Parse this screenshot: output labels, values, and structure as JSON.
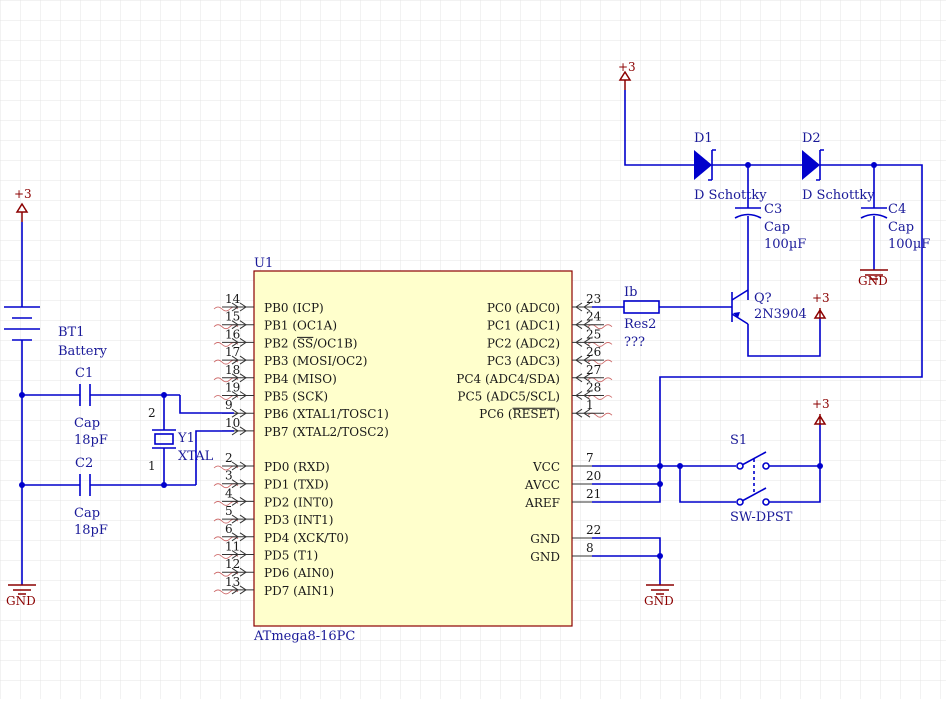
{
  "sheet": {
    "grid_color": "#e4e4e4",
    "wire_color": "#0000cc",
    "power_color": "#8b0000",
    "chip_fill": "#ffffcc",
    "chip_border": "#8b0000"
  },
  "power": {
    "vcc_label": "+3",
    "gnd_label": "GND"
  },
  "u1": {
    "designator": "U1",
    "part": "ATmega8-16PC",
    "left_pins": [
      {
        "num": "14",
        "name": "PB0 (ICP)"
      },
      {
        "num": "15",
        "name": "PB1 (OC1A)"
      },
      {
        "num": "16",
        "name": "PB2 (SS/OC1B)"
      },
      {
        "num": "17",
        "name": "PB3 (MOSI/OC2)"
      },
      {
        "num": "18",
        "name": "PB4 (MISO)"
      },
      {
        "num": "19",
        "name": "PB5 (SCK)"
      },
      {
        "num": "9",
        "name": "PB6 (XTAL1/TOSC1)"
      },
      {
        "num": "10",
        "name": "PB7 (XTAL2/TOSC2)"
      },
      {
        "num": "2",
        "name": "PD0 (RXD)"
      },
      {
        "num": "3",
        "name": "PD1 (TXD)"
      },
      {
        "num": "4",
        "name": "PD2 (INT0)"
      },
      {
        "num": "5",
        "name": "PD3 (INT1)"
      },
      {
        "num": "6",
        "name": "PD4 (XCK/T0)"
      },
      {
        "num": "11",
        "name": "PD5 (T1)"
      },
      {
        "num": "12",
        "name": "PD6 (AIN0)"
      },
      {
        "num": "13",
        "name": "PD7 (AIN1)"
      }
    ],
    "right_io_pins": [
      {
        "num": "23",
        "name": "PC0 (ADC0)"
      },
      {
        "num": "24",
        "name": "PC1 (ADC1)"
      },
      {
        "num": "25",
        "name": "PC2 (ADC2)"
      },
      {
        "num": "26",
        "name": "PC3 (ADC3)"
      },
      {
        "num": "27",
        "name": "PC4 (ADC4/SDA)"
      },
      {
        "num": "28",
        "name": "PC5 (ADC5/SCL)"
      },
      {
        "num": "1",
        "name": "PC6 (RESET)"
      }
    ],
    "right_power_pins": [
      {
        "num": "7",
        "name": "VCC"
      },
      {
        "num": "20",
        "name": "AVCC"
      },
      {
        "num": "21",
        "name": "AREF"
      },
      {
        "num": "22",
        "name": "GND"
      },
      {
        "num": "8",
        "name": "GND"
      }
    ]
  },
  "bt1": {
    "designator": "BT1",
    "value": "Battery"
  },
  "c1": {
    "designator": "C1",
    "type": "Cap",
    "value": "18pF"
  },
  "c2": {
    "designator": "C2",
    "type": "Cap",
    "value": "18pF"
  },
  "y1": {
    "designator": "Y1",
    "value": "XTAL",
    "pin_top": "2",
    "pin_bottom": "1"
  },
  "d1": {
    "designator": "D1",
    "value": "D Schottky"
  },
  "d2": {
    "designator": "D2",
    "value": "D Schottky"
  },
  "c3": {
    "designator": "C3",
    "type": "Cap",
    "value": "100µF"
  },
  "c4": {
    "designator": "C4",
    "type": "Cap",
    "value": "100µF"
  },
  "ib": {
    "designator": "Ib",
    "type": "Res2",
    "value": "???"
  },
  "q": {
    "designator": "Q?",
    "value": "2N3904"
  },
  "s1": {
    "designator": "S1",
    "value": "SW-DPST"
  }
}
